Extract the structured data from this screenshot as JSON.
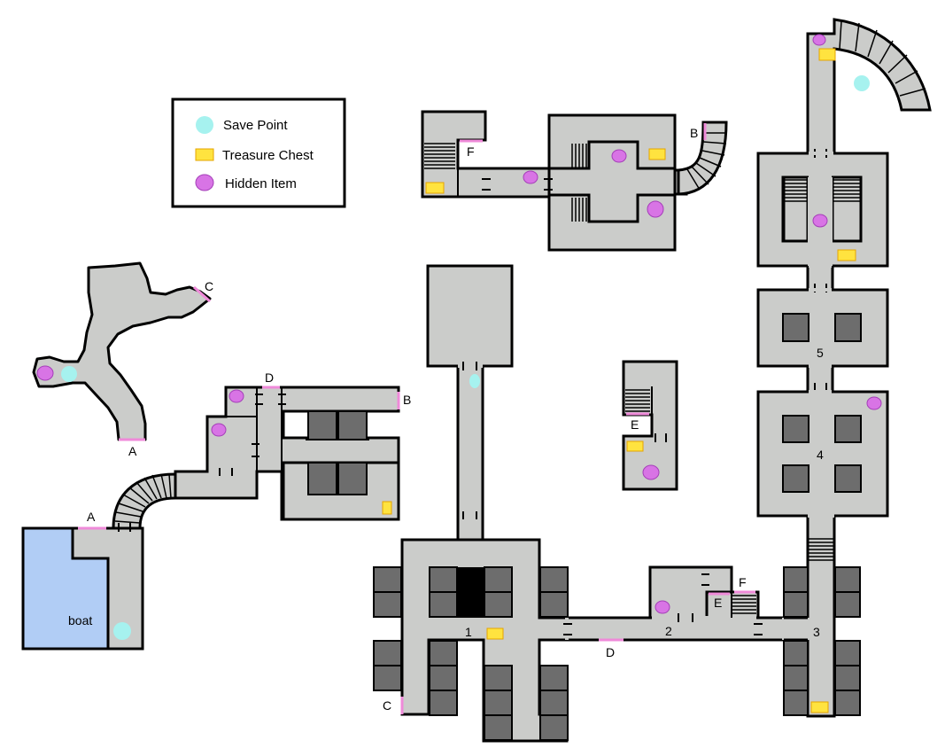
{
  "legend": {
    "save_point": "Save Point",
    "treasure_chest": "Treasure Chest",
    "hidden_item": "Hidden Item"
  },
  "room_numbers": [
    "1",
    "2",
    "3",
    "4",
    "5"
  ],
  "exit_letters": {
    "cave_c": "C",
    "cave_a": "A",
    "lab_d": "D",
    "lab_b": "B",
    "dock_a": "A",
    "north_f": "F",
    "north_b": "B",
    "small_e": "E",
    "corr_d": "D",
    "corr_c": "C",
    "stair_e": "E",
    "stair_f": "F"
  },
  "boat_label": "boat",
  "colors": {
    "floor": "#cbccca",
    "wall": "#000000",
    "pillar": "#6d6d6d",
    "water": "#b1cdf5",
    "exit": "#ef8ad9",
    "save_point": "#a6f2ef",
    "treasure_chest": "#ffe33f",
    "hidden_item": "#d874e5"
  },
  "icons": {
    "save_point": "save-point-icon",
    "treasure_chest": "treasure-chest-icon",
    "hidden_item": "hidden-item-icon"
  }
}
